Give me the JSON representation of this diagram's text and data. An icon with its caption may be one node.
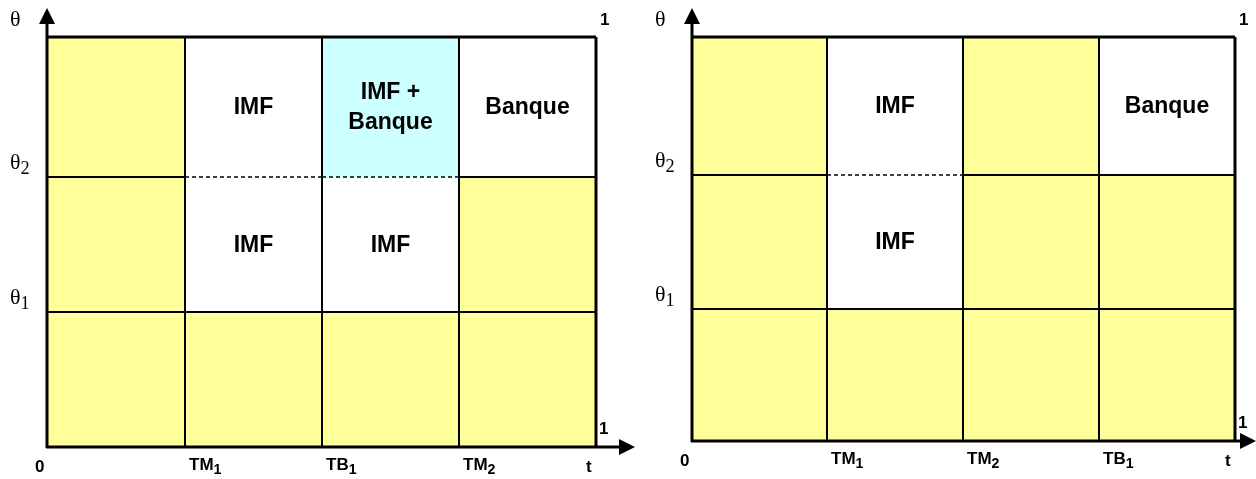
{
  "diagram": {
    "nodes": [
      {
        "text": [],
        "shape": "box"
      },
      {
        "text": [
          "IMF"
        ]
      },
      {
        "text": [
          "IMF + Banque"
        ]
      },
      {
        "text": [
          "Banque"
        ]
      },
      {
        "text": [],
        "shape": "box"
      },
      {
        "text": [
          "IMF"
        ]
      },
      {
        "text": [
          "IMF"
        ]
      },
      {
        "text": [],
        "shape": "box"
      },
      {
        "text": [],
        "shape": "box"
      },
      {
        "text": [],
        "shape": "box"
      },
      {
        "text": [],
        "shape": "box"
      },
      {
        "text": [],
        "shape": "box"
      },
      {
        "text": [],
        "shape": "box"
      },
      {
        "text": [
          "IMF"
        ]
      },
      {
        "text": [],
        "shape": "box"
      },
      {
        "text": [
          "Banque"
        ]
      },
      {
        "text": [],
        "shape": "box"
      },
      {
        "text": [
          "IMF"
        ]
      },
      {
        "text": [],
        "shape": "box"
      },
      {
        "text": [],
        "shape": "box"
      },
      {
        "text": [],
        "shape": "box"
      },
      {
        "text": [],
        "shape": "box"
      },
      {
        "text": [],
        "shape": "box"
      },
      {
        "text": [],
        "shape": "box"
      }
    ],
    "labels": [
      "θ",
      "1",
      "θ$_{2}$",
      "θ$_{1}$",
      "1",
      "0",
      "TM$_{1}$",
      "TB$_{1}$",
      "TM$_{2}$",
      "t",
      "θ",
      "1",
      "θ$_{2}$",
      "θ$_{1}$",
      "1",
      "0",
      "TM$_{1}$",
      "TM$_{2}$",
      "TB$_{1}$",
      "t"
    ]
  }
}
